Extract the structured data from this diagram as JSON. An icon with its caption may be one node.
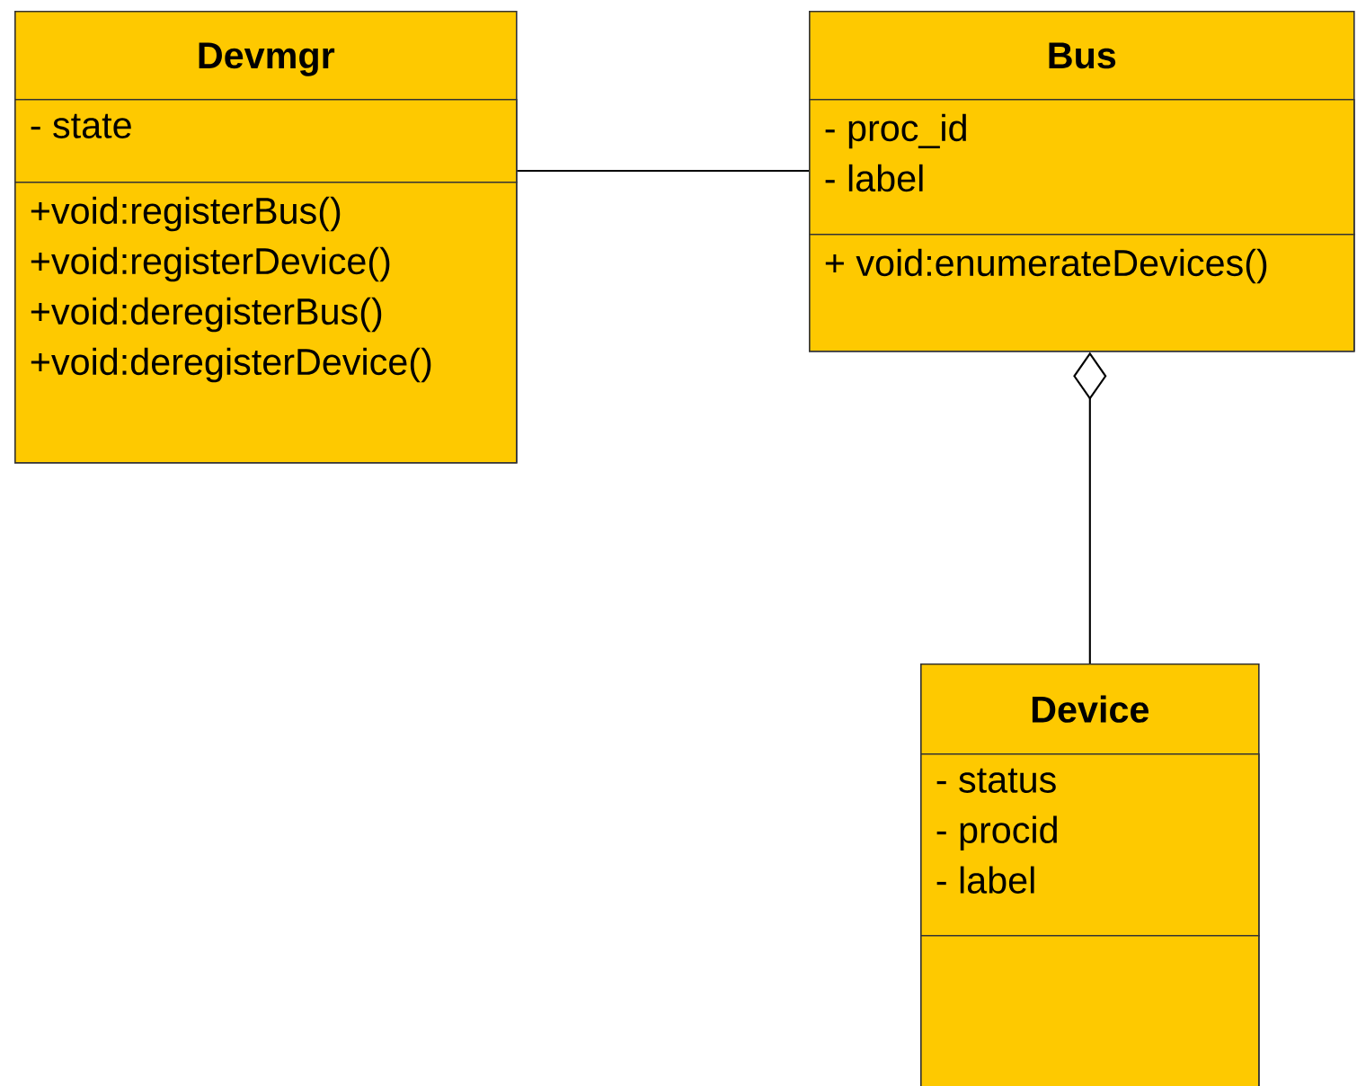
{
  "diagram": {
    "nodes": [
      {
        "text": [
          "Devmgr"
        ]
      },
      {
        "text": [
          "- state"
        ],
        "in": 0
      },
      {
        "text": [
          "+void:registerBus()",
          "+void:registerDevice()",
          "+void:deregisterBus()",
          "+void:deregisterDevice()"
        ],
        "in": 0
      },
      {
        "text": [
          "Bus"
        ]
      },
      {
        "text": [
          "- proc_id",
          "- label"
        ],
        "in": 3
      },
      {
        "text": [
          "+ void:enumerateDevices()"
        ],
        "in": 3
      },
      {
        "text": [
          "Device"
        ]
      },
      {
        "text": [
          "- status",
          "- procid",
          "- label"
        ],
        "in": 6
      },
      {
        "text": [],
        "shape": "box",
        "in": 6
      }
    ],
    "edges": [
      {
        "from": 0,
        "to": 3,
        "arrow": "none"
      },
      {
        "from": 6,
        "to": 3,
        "arrow": "other"
      }
    ]
  }
}
